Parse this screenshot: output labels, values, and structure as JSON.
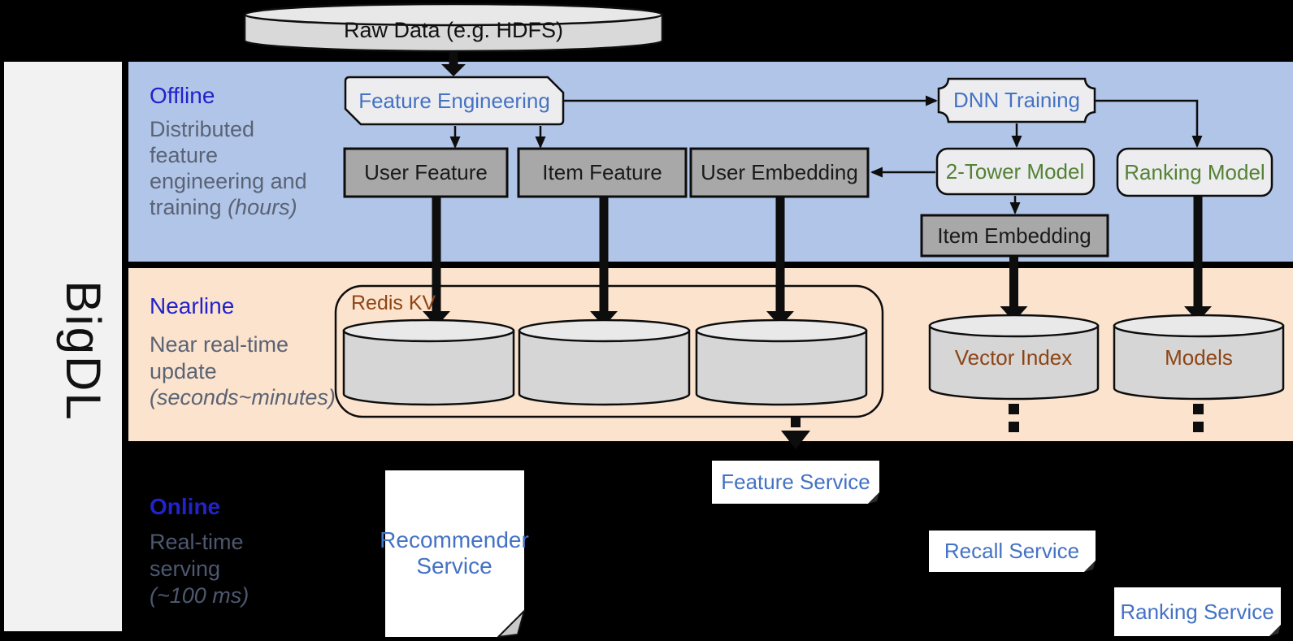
{
  "brand": "BigDL",
  "raw_data_label": "Raw Data (e.g. HDFS)",
  "sections": {
    "offline": {
      "title": "Offline",
      "desc": [
        "Distributed",
        "feature",
        "engineering and",
        "training "
      ],
      "desc_italic": "(hours)"
    },
    "nearline": {
      "title": "Nearline",
      "desc": [
        "Near real-time",
        "update"
      ],
      "desc_italic": "(seconds~minutes)"
    },
    "online": {
      "title": "Online",
      "desc": [
        "Real-time",
        "serving"
      ],
      "desc_italic": "(~100 ms)"
    }
  },
  "nodes": {
    "feature_engineering": "Feature Engineering",
    "dnn_training": "DNN Training",
    "user_feature": "User Feature",
    "item_feature": "Item Feature",
    "user_embedding": "User Embedding",
    "two_tower_model": "2-Tower Model",
    "ranking_model": "Ranking Model",
    "item_embedding": "Item Embedding",
    "redis_kv": "Redis KV",
    "vector_index": "Vector Index",
    "models": "Models",
    "recommender_service_line1": "Recommender",
    "recommender_service_line2": "Service",
    "feature_service": "Feature Service",
    "recall_service": "Recall Service",
    "ranking_service": "Ranking Service"
  },
  "colors": {
    "background": "#000000",
    "offline_band": "#b1c5e8",
    "nearline_band": "#fbe3cd",
    "sidebar": "#f2f2f2",
    "section_title_blue": "#2222cc",
    "description_gray": "#5a6375",
    "node_label_blue": "#4472c4",
    "model_label_green": "#548235",
    "storage_label_brown": "#8e4515",
    "gray_box_fill": "#a8a8a8",
    "light_box_fill": "#ededef",
    "cylinder_fill": "#d6d6d6"
  }
}
